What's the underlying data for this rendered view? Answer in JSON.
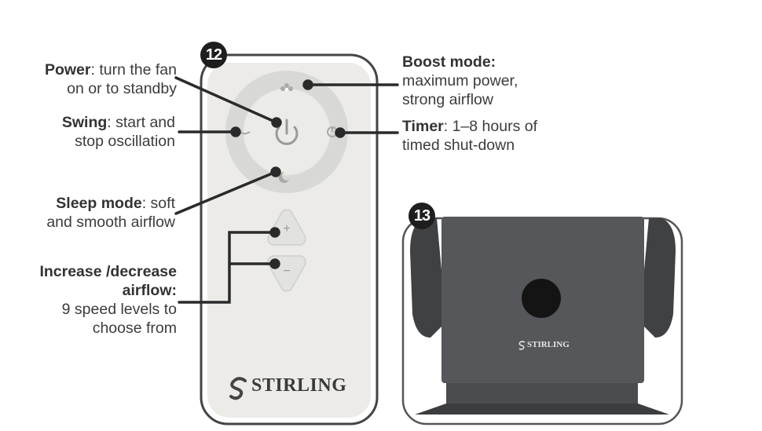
{
  "figure12": {
    "number": "12",
    "labels": {
      "power": {
        "title": "Power",
        "line1_rest": ": turn the fan",
        "line2": "on or to standby"
      },
      "swing": {
        "title": "Swing",
        "line1_rest": ": start and",
        "line2": "stop oscillation"
      },
      "sleep": {
        "title": "Sleep mode",
        "line1_rest": ": soft",
        "line2": "and smooth airflow"
      },
      "airflow": {
        "title_line1": "Increase /decrease",
        "title_line2": "airflow",
        "title_line2_suffix": ":",
        "line3": "9 speed levels to",
        "line4": "choose from"
      },
      "boost": {
        "title": "Boost mode",
        "title_suffix": ":",
        "line2": "maximum power,",
        "line3": "strong airflow"
      },
      "timer": {
        "title": "Timer",
        "line1_rest": ": 1–8 hours of",
        "line2": "timed shut-down"
      }
    },
    "remote_brand": "STIRLING",
    "remote_buttons": {
      "plus": "+",
      "minus": "−"
    }
  },
  "figure13": {
    "number": "13",
    "base_brand": "STIRLING"
  },
  "colors": {
    "remote_body": "#ececea",
    "dial_ring": "#d9d9d6",
    "base_body": "#4a4c4e",
    "badge": "#1e1e1e"
  }
}
